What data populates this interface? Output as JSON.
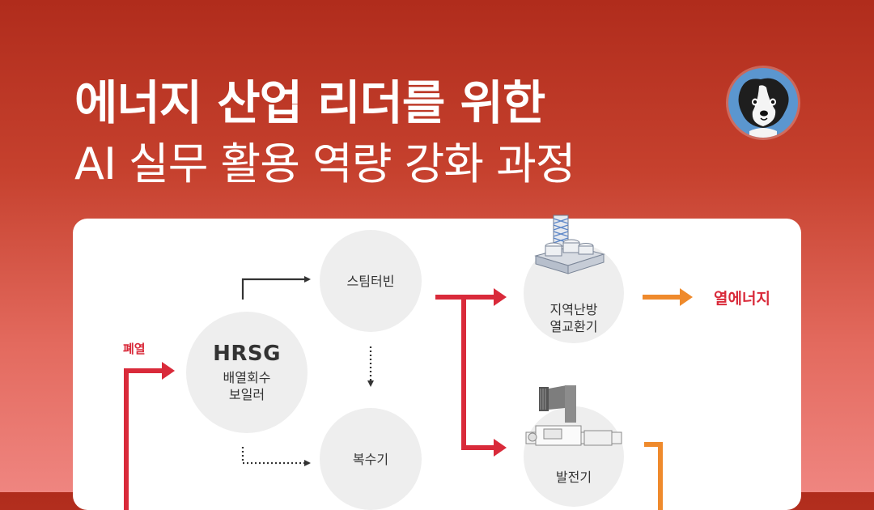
{
  "header": {
    "title_line1": "에너지 산업 리더를 위한",
    "title_line2": "AI 실무 활용 역량 강화 과정"
  },
  "diagram": {
    "waste_heat_label": "폐열",
    "hrsg": {
      "name": "HRSG",
      "line1": "배열회수",
      "line2": "보일러"
    },
    "steam_turbine": "스팀터빈",
    "condenser": "복수기",
    "district_heating": {
      "line1": "지역난방",
      "line2": "열교환기"
    },
    "generator": "발전기",
    "heat_energy_label": "열에너지"
  },
  "colors": {
    "accent_red": "#d92a3a",
    "accent_orange": "#ef8a2c",
    "dark_arrow": "#333333"
  }
}
